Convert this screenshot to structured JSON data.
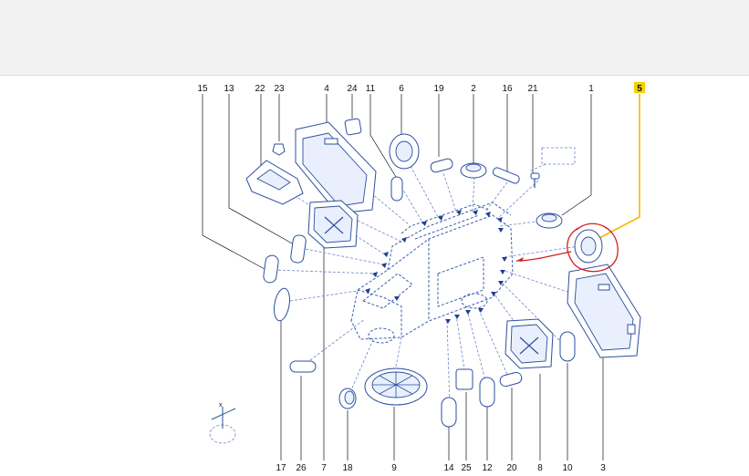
{
  "diagram": {
    "labels_top": [
      "15",
      "13",
      "22",
      "23",
      "4",
      "24",
      "11",
      "6",
      "19",
      "2",
      "16",
      "21",
      "1",
      "5"
    ],
    "labels_bottom": [
      "17",
      "26",
      "7",
      "18",
      "9",
      "14",
      "25",
      "12",
      "20",
      "8",
      "10",
      "3"
    ],
    "highlighted_label": "5",
    "colors": {
      "topbar": "#f2f2f2",
      "line_art": "#2c4f9e",
      "highlight_badge": "#f5d000",
      "highlight_leader": "#f5b800",
      "annotation_red": "#d21f1f"
    }
  }
}
